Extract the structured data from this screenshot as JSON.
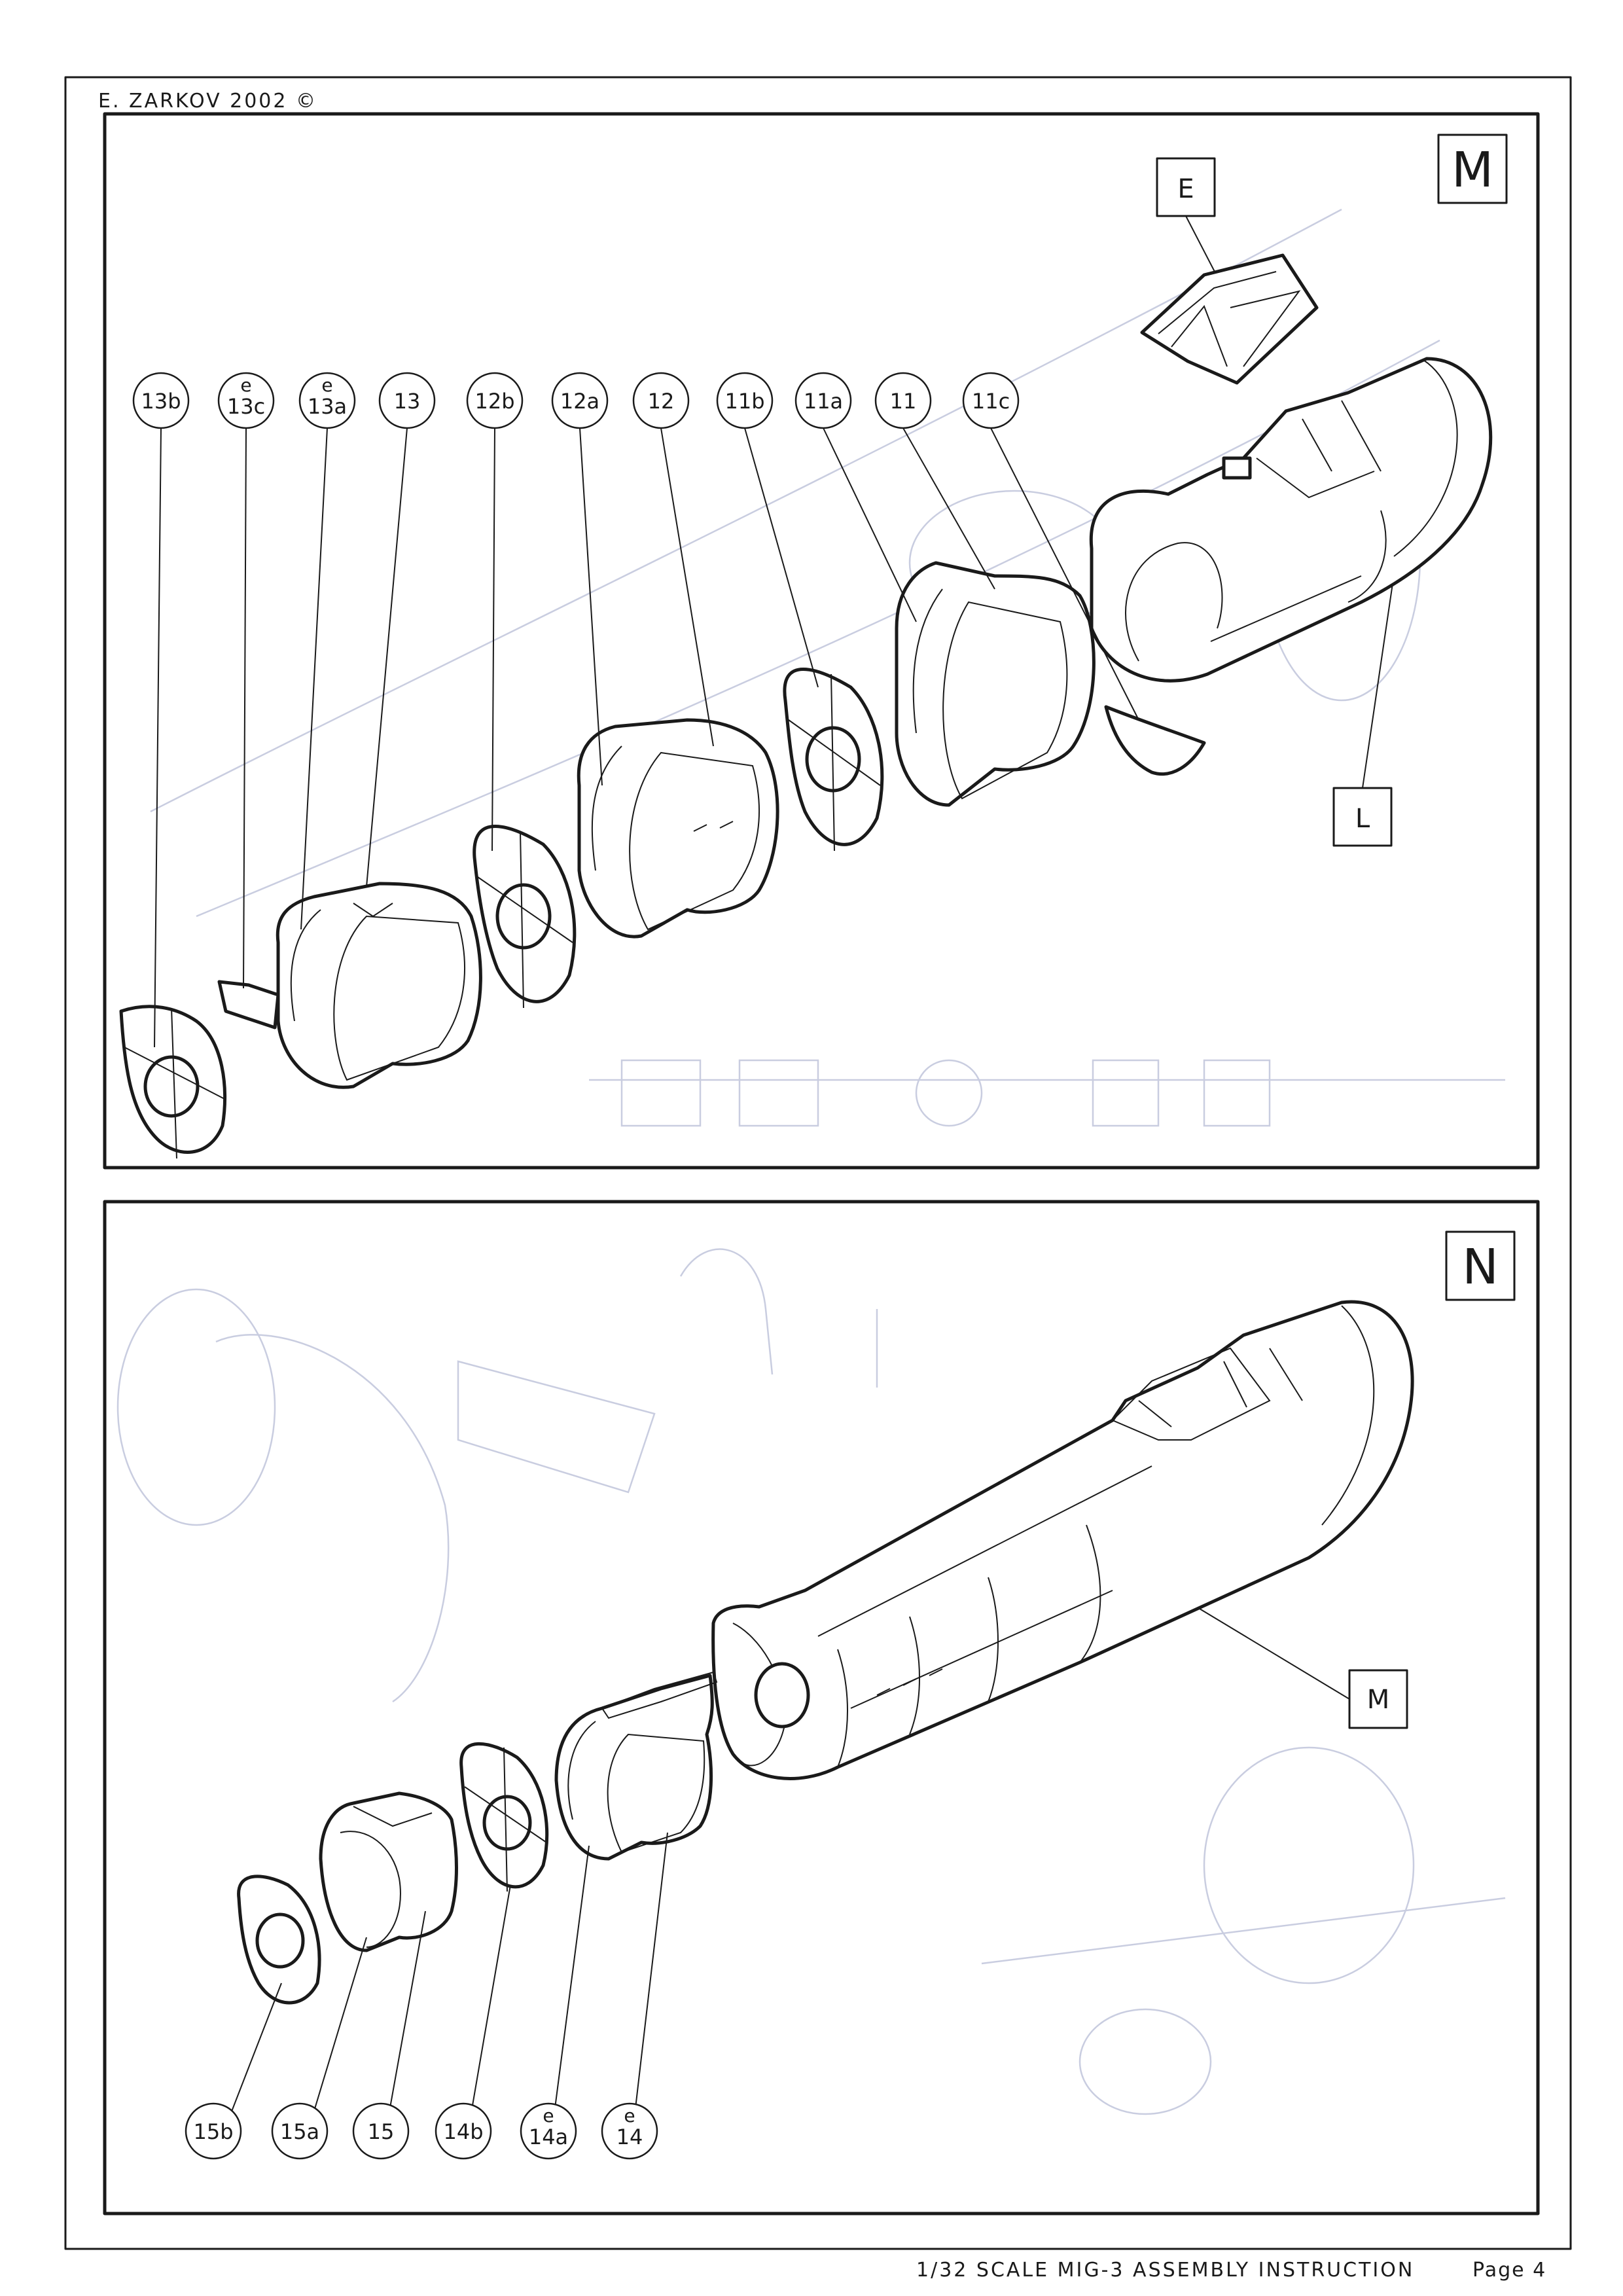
{
  "header": {
    "copyright": "E. ZARKOV 2002 ©"
  },
  "footer": {
    "title": "1/32 SCALE MIG-3 ASSEMBLY INSTRUCTION",
    "page": "Page 4"
  },
  "steps": [
    {
      "step": "M",
      "parts": [
        {
          "id": "13b",
          "label": "13b",
          "etched": false
        },
        {
          "id": "13c",
          "label": "13c",
          "etched": true
        },
        {
          "id": "13a",
          "label": "13a",
          "etched": true
        },
        {
          "id": "13",
          "label": "13",
          "etched": false
        },
        {
          "id": "12b",
          "label": "12b",
          "etched": false
        },
        {
          "id": "12a",
          "label": "12a",
          "etched": false
        },
        {
          "id": "12",
          "label": "12",
          "etched": false
        },
        {
          "id": "11b",
          "label": "11b",
          "etched": false
        },
        {
          "id": "11a",
          "label": "11a",
          "etched": false
        },
        {
          "id": "11",
          "label": "11",
          "etched": false
        },
        {
          "id": "11c",
          "label": "11c",
          "etched": false
        }
      ],
      "subassemblies": [
        {
          "id": "E",
          "label": "E"
        },
        {
          "id": "L",
          "label": "L"
        }
      ]
    },
    {
      "step": "N",
      "parts": [
        {
          "id": "15b",
          "label": "15b",
          "etched": false
        },
        {
          "id": "15a",
          "label": "15a",
          "etched": false
        },
        {
          "id": "15",
          "label": "15",
          "etched": false
        },
        {
          "id": "14b",
          "label": "14b",
          "etched": false
        },
        {
          "id": "14a",
          "label": "14a",
          "etched": true
        },
        {
          "id": "14",
          "label": "14",
          "etched": true
        }
      ],
      "subassemblies": [
        {
          "id": "M",
          "label": "M"
        }
      ]
    }
  ],
  "etched_marker": "e"
}
